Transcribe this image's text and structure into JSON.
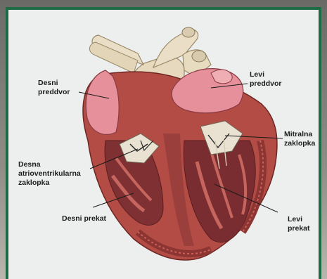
{
  "labels": {
    "right_atrium": [
      "Desni",
      "preddvor"
    ],
    "left_atrium": [
      "Levi",
      "preddvor"
    ],
    "mitral_valve": [
      "Mitralna",
      "zaklopka"
    ],
    "tricuspid_valve": [
      "Desna",
      "atrioventrikularna",
      "zaklopka"
    ],
    "right_ventricle": [
      "Desni prekat"
    ],
    "left_ventricle": [
      "Levi",
      "prekat"
    ]
  },
  "colors": {
    "frame_border": "#1f6b45",
    "panel_bg": "#ecefed",
    "myocardium": "#a2463f",
    "chamber_interior": "#7e3032",
    "vessel": "#e8dcc0",
    "atrium_pink": "#e5909a"
  }
}
